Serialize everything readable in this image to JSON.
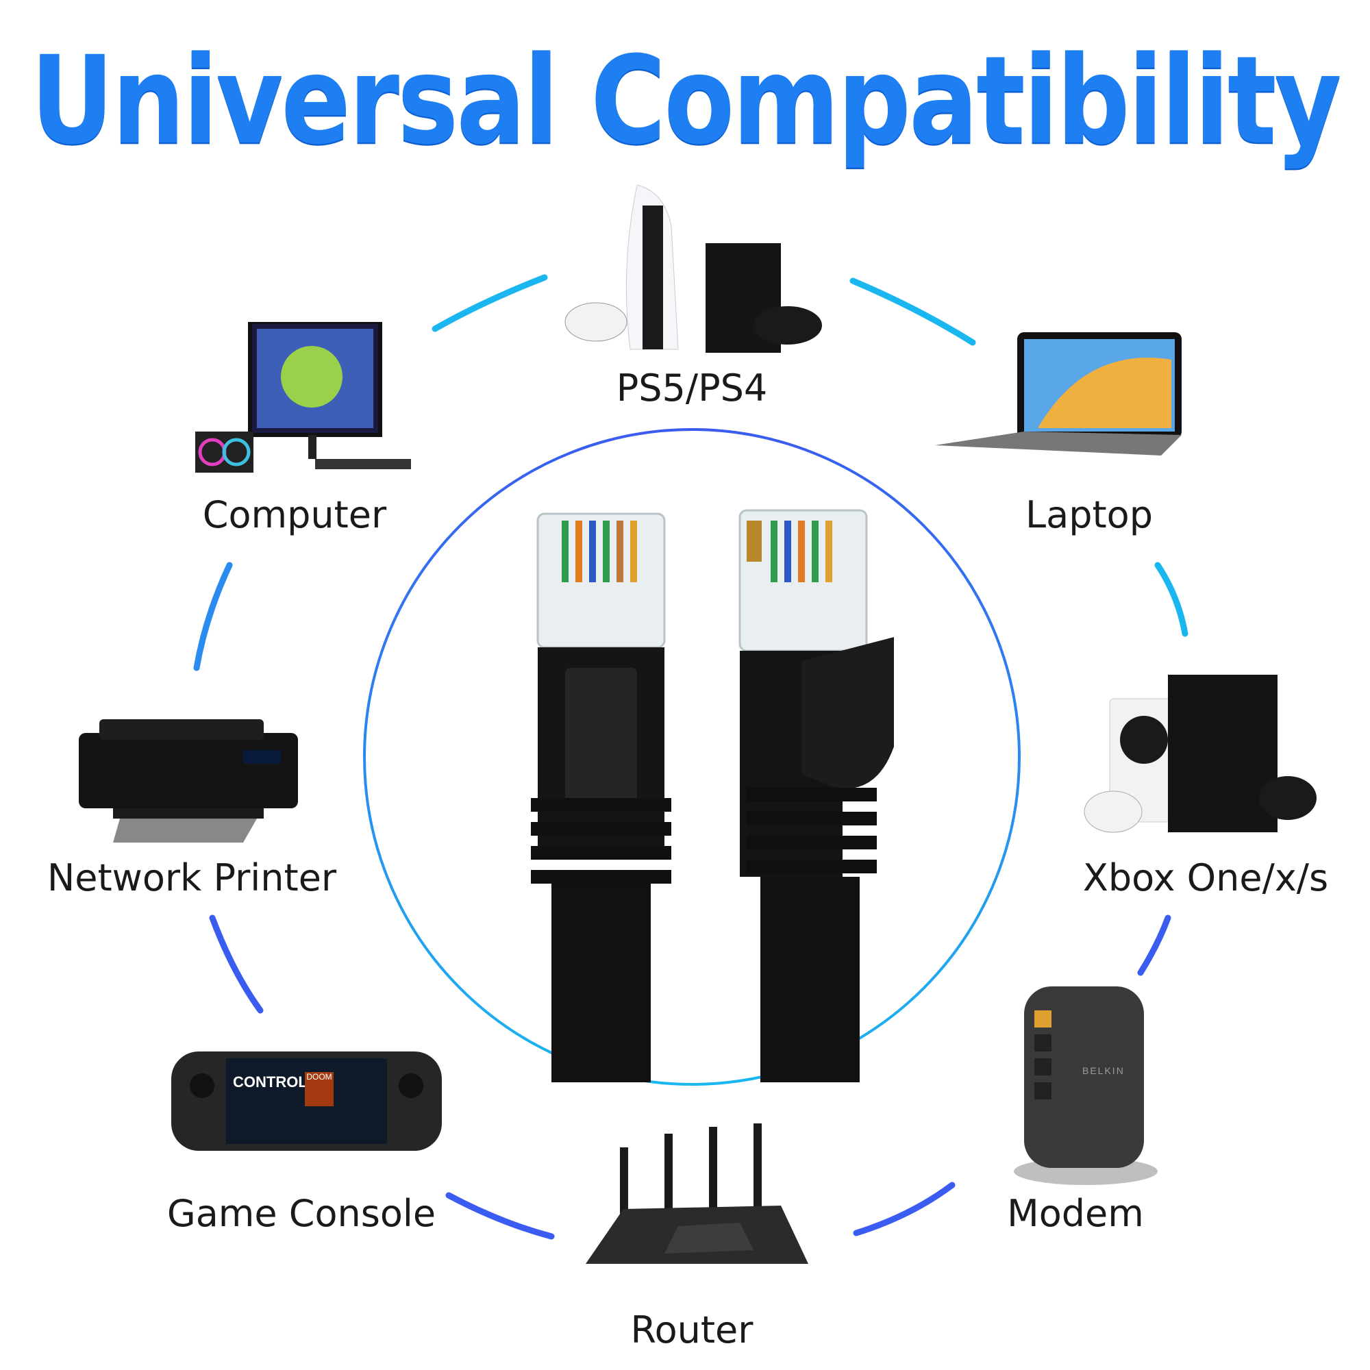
{
  "title": "Universal Compatibility",
  "devices": {
    "ps": "PS5/PS4",
    "computer": "Computer",
    "laptop": "Laptop",
    "printer": "Network Printer",
    "xbox": "Xbox One/x/s",
    "console": "Game Console",
    "modem": "Modem",
    "router": "Router"
  },
  "console_screen": {
    "brand": "CONTROL",
    "tile": "DOOM"
  },
  "modem_brand": "BELKIN",
  "colors": {
    "title": "#1e7ff2",
    "arc_light": "#19b6f0",
    "arc_dark": "#3a5cf0"
  }
}
